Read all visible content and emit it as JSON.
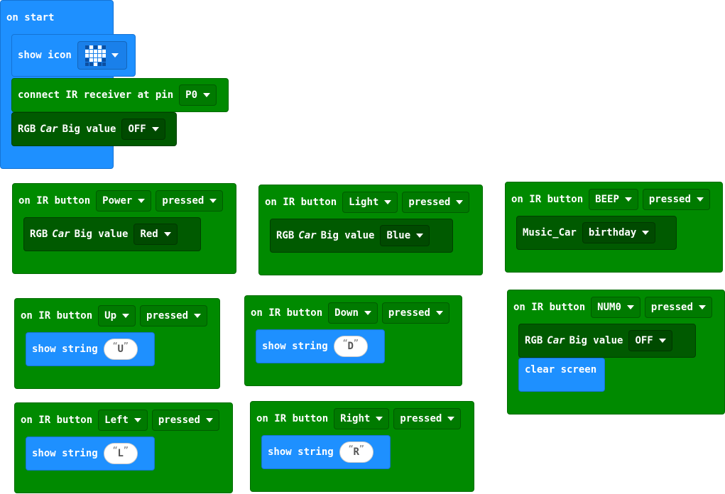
{
  "on_start": {
    "hat_label": "on start",
    "show_icon_label": "show icon",
    "icon_name": "heart-icon",
    "icon_pattern": [
      0,
      1,
      0,
      1,
      0,
      1,
      1,
      1,
      1,
      1,
      1,
      1,
      1,
      1,
      1,
      0,
      1,
      1,
      1,
      0,
      0,
      0,
      1,
      0,
      0
    ],
    "connect_label": "connect IR receiver at pin",
    "pin": "P0",
    "rgb_label_1": "RGB",
    "rgb_label_2": "Car",
    "rgb_label_3": "Big value",
    "rgb_value": "OFF"
  },
  "handlers": [
    {
      "on_label": "on IR button",
      "button": "Power",
      "event": "pressed",
      "action": "rgb",
      "rgb_1": "RGB",
      "rgb_2": "Car",
      "rgb_3": "Big value",
      "value": "Red"
    },
    {
      "on_label": "on IR button",
      "button": "Light",
      "event": "pressed",
      "action": "rgb",
      "rgb_1": "RGB",
      "rgb_2": "Car",
      "rgb_3": "Big value",
      "value": "Blue"
    },
    {
      "on_label": "on IR button",
      "button": "BEEP",
      "event": "pressed",
      "action": "music",
      "music_label": "Music_Car",
      "value": "birthday"
    },
    {
      "on_label": "on IR button",
      "button": "Up",
      "event": "pressed",
      "action": "string",
      "string_label": "show string",
      "value": "U"
    },
    {
      "on_label": "on IR button",
      "button": "Down",
      "event": "pressed",
      "action": "string",
      "string_label": "show string",
      "value": "D"
    },
    {
      "on_label": "on IR button",
      "button": "NUM0",
      "event": "pressed",
      "action": "rgb_clear",
      "rgb_1": "RGB",
      "rgb_2": "Car",
      "rgb_3": "Big value",
      "value": "OFF",
      "clear_label": "clear screen"
    },
    {
      "on_label": "on IR button",
      "button": "Left",
      "event": "pressed",
      "action": "string",
      "string_label": "show string",
      "value": "L"
    },
    {
      "on_label": "on IR button",
      "button": "Right",
      "event": "pressed",
      "action": "string",
      "string_label": "show string",
      "value": "R"
    }
  ],
  "colors": {
    "basic": "#1e90ff",
    "ir_green": "#008a00",
    "rgb_dark_green": "#005a00",
    "background": "#ffffff"
  }
}
